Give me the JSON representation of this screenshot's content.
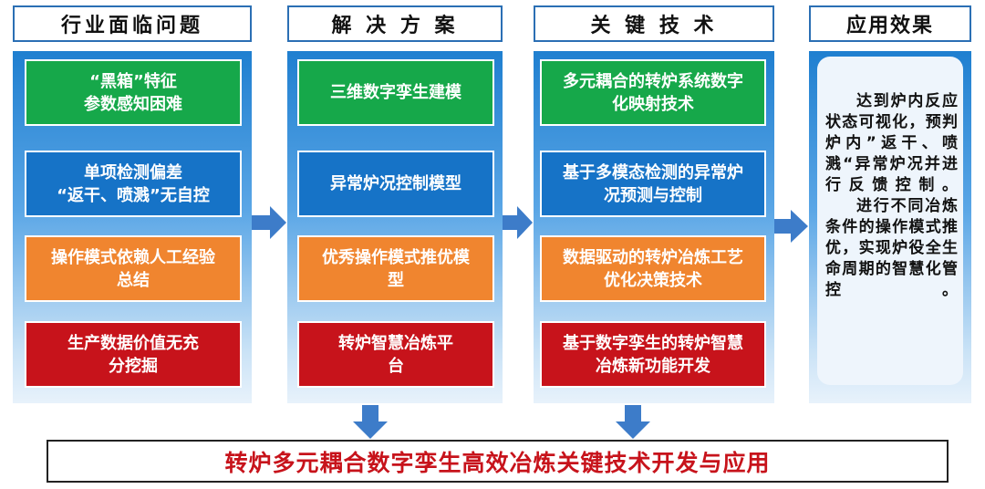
{
  "columns": [
    {
      "header": "行业面临问题",
      "boxes": [
        {
          "text": "“黑箱”特征\n参数感知困难",
          "color": "green"
        },
        {
          "text": "单项检测偏差\n“返干、喷溅”无自控",
          "color": "blue"
        },
        {
          "text": "操作模式依赖人工经验\n总结",
          "color": "orange"
        },
        {
          "text": "生产数据价值无充\n分挖掘",
          "color": "red"
        }
      ]
    },
    {
      "header": "解 决 方 案",
      "boxes": [
        {
          "text": "三维数字孪生建模",
          "color": "green"
        },
        {
          "text": "异常炉况控制模型",
          "color": "blue"
        },
        {
          "text": "优秀操作模式推优模\n型",
          "color": "orange"
        },
        {
          "text": "转炉智慧冶炼平\n台",
          "color": "red"
        }
      ]
    },
    {
      "header": "关 键 技 术",
      "boxes": [
        {
          "text": "多元耦合的转炉系统数字\n化映射技术",
          "color": "green"
        },
        {
          "text": "基于多模态检测的异常炉\n况预测与控制",
          "color": "blue"
        },
        {
          "text": "数据驱动的转炉冶炼工艺\n优化决策技术",
          "color": "orange"
        },
        {
          "text": "基于数字孪生的转炉智慧\n冶炼新功能开发",
          "color": "red"
        }
      ]
    }
  ],
  "effect": {
    "header": "应用效果",
    "paragraph1": "达到炉内反应状态可视化，预判炉内”返干、喷溅“异常炉况并进行反馈控制。",
    "paragraph2": "进行不同冶炼条件的操作模式推优，实现炉役全生命周期的智慧化管控。"
  },
  "bottom_title": "转炉多元耦合数字孪生高效冶炼关键技术开发与应用",
  "colors": {
    "green": "#16a84a",
    "blue": "#1673c7",
    "orange": "#f0852f",
    "red": "#c7131b",
    "arrow": "#3d7cc9",
    "title_red": "#c7131b"
  }
}
